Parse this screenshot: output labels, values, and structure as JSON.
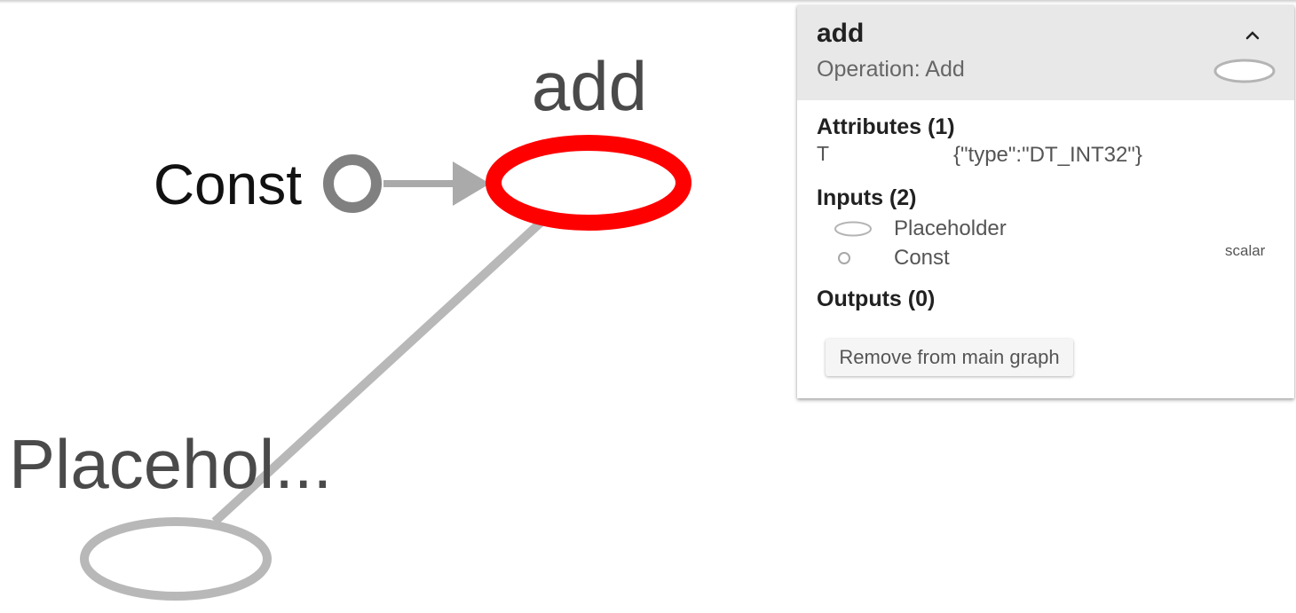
{
  "graph": {
    "nodes": {
      "add": {
        "label": "add",
        "selected": true
      },
      "const": {
        "label": "Const"
      },
      "placeholder": {
        "label": "Placehol..."
      }
    },
    "colors": {
      "selected": "#ff0000",
      "const_node": "#808080",
      "edge": "#aaaaaa",
      "placeholder_node": "#b8b8b8",
      "label_dark": "#111111",
      "label_gray": "#4a4a4a"
    }
  },
  "info_panel": {
    "title": "add",
    "operation": "Operation: Add",
    "collapse_icon": "chevron-up-icon",
    "op_icon": "op-node-ellipse-icon",
    "attributes": {
      "heading": "Attributes (1)",
      "items": [
        {
          "key": "T",
          "value": "{\"type\":\"DT_INT32\"}"
        }
      ]
    },
    "inputs": {
      "heading": "Inputs (2)",
      "items": [
        {
          "name": "Placeholder",
          "icon": "op-node-ellipse-icon",
          "shape": ""
        },
        {
          "name": "Const",
          "icon": "const-node-circle-icon",
          "shape": "scalar"
        }
      ]
    },
    "outputs": {
      "heading": "Outputs (0)"
    },
    "remove_button": "Remove from main graph"
  }
}
